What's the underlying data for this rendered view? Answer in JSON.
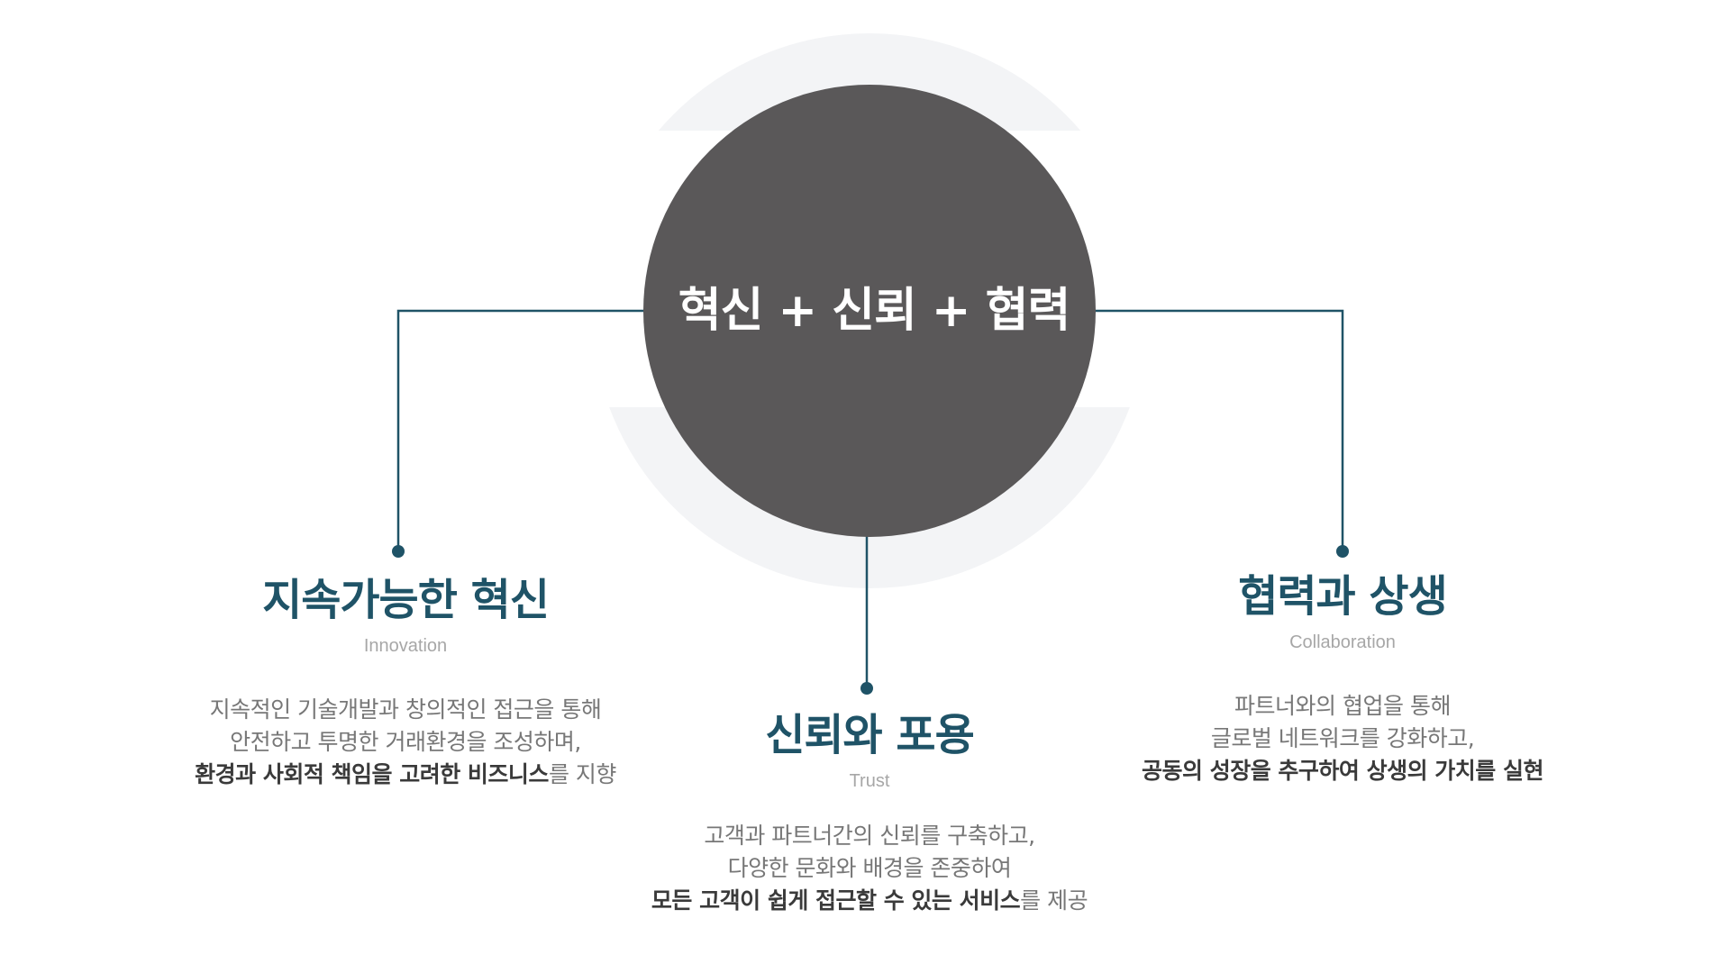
{
  "center": {
    "label": "혁신 + 신뢰 + 협력"
  },
  "innovation": {
    "title": "지속가능한 혁신",
    "subtitle": "Innovation",
    "line1": "지속적인 기술개발과 창의적인 접근을 통해",
    "line2": "안전하고 투명한 거래환경을 조성하며,",
    "line3_bold": "환경과 사회적 책임을 고려한 비즈니스",
    "line3_rest": "를 지향"
  },
  "trust": {
    "title": "신뢰와 포용",
    "subtitle": "Trust",
    "line1": "고객과 파트너간의 신뢰를 구축하고,",
    "line2": "다양한 문화와 배경을 존중하여",
    "line3_bold": "모든 고객이 쉽게 접근할 수 있는 서비스",
    "line3_rest": "를 제공"
  },
  "collaboration": {
    "title": "협력과 상생",
    "subtitle": "Collaboration",
    "line1": "파트너와의 협업을 통해",
    "line2": "글로벌 네트워크를 강화하고,",
    "line3_bold": "공동의 성장을 추구하여 상생의 가치를 실현"
  },
  "colors": {
    "core_circle": "#5a5859",
    "ring": "#f3f4f6",
    "connector": "#1f5367",
    "title": "#1f5367",
    "subtitle": "#a7a7a7",
    "body_text": "#777777",
    "emphasis_text": "#3a3a3a"
  }
}
